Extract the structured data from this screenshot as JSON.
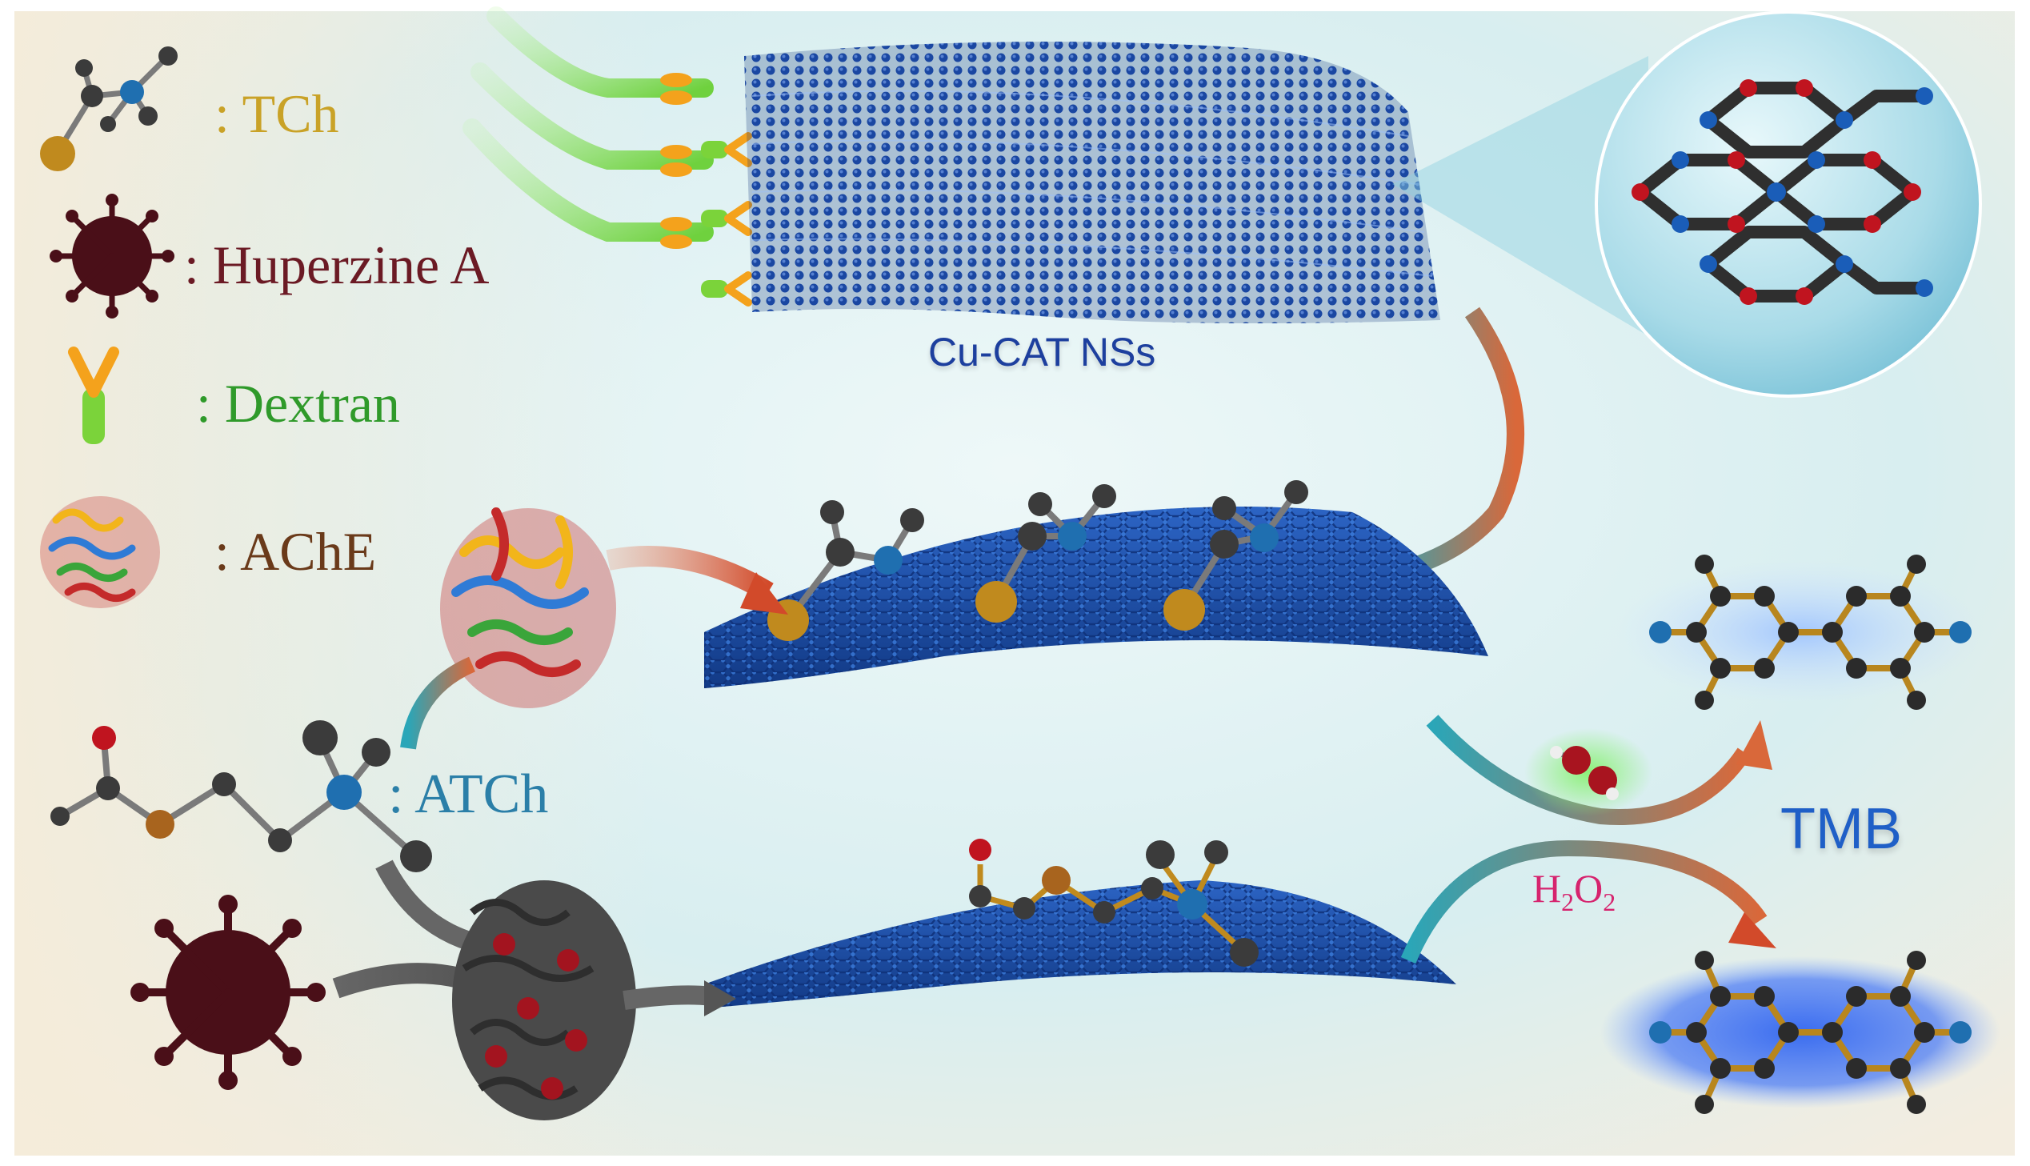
{
  "legend": {
    "tch": ": TCh",
    "huperzine": ": Huperzine A",
    "dextran": ": Dextran",
    "ache": ": AChE",
    "atch": ": ATCh"
  },
  "labels": {
    "cucat": "Cu-CAT NSs",
    "tmb": "TMB",
    "h2o2_prefix": "H",
    "h2o2_sub1": "2",
    "h2o2_mid": "O",
    "h2o2_sub2": "2"
  },
  "colors": {
    "tch_label": "#c9a227",
    "huperzine_label": "#6b1a24",
    "dextran_label": "#2f9a2a",
    "ache_label": "#6a3a1a",
    "atch_label": "#2b7fa8",
    "cucat_label": "#1d3f9e",
    "tmb_label": "#1f5fc7",
    "h2o2_label": "#d6246e",
    "sheet_blue": "#1f4fa8",
    "atom_dark": "#3b3b3b",
    "atom_gold": "#c08a1e",
    "atom_blue": "#1f6fb0",
    "atom_red": "#c0141f"
  }
}
